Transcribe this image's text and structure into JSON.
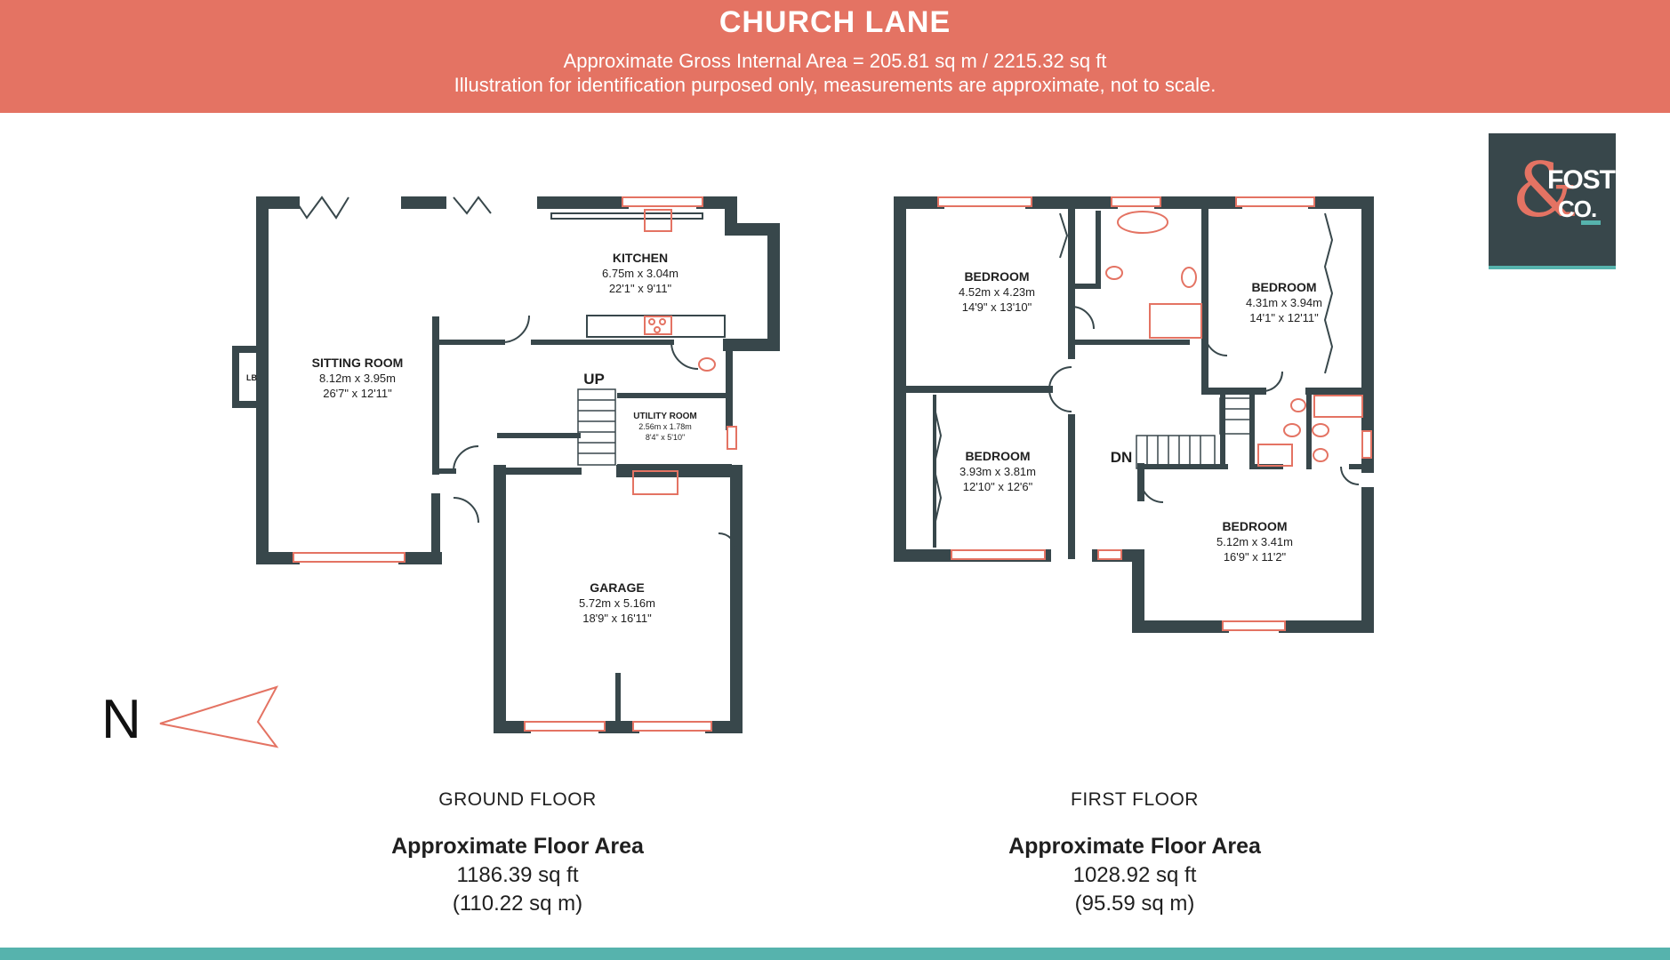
{
  "header": {
    "title": "CHURCH LANE",
    "gross_area": "Approximate Gross Internal Area = 205.81 sq m / 2215.32 sq ft",
    "disclaimer": "Illustration for identification purposed only, measurements are approximate, not to scale."
  },
  "logo": {
    "brand_line1": "FOSTER",
    "brand_line2": "CO.",
    "ampersand": "&"
  },
  "compass": {
    "label": "N"
  },
  "ground_floor": {
    "name": "GROUND FLOOR",
    "area_title": "Approximate Floor Area",
    "area_sqft": "1186.39 sq ft",
    "area_sqm": "(110.22 sq m)",
    "stairs_label": "UP",
    "fireplace_label": "LB",
    "rooms": {
      "sitting": {
        "name": "SITTING ROOM",
        "metric": "8.12m x 3.95m",
        "imperial": "26'7\" x 12'11\""
      },
      "kitchen": {
        "name": "KITCHEN",
        "metric": "6.75m x 3.04m",
        "imperial": "22'1\" x 9'11\""
      },
      "utility": {
        "name": "UTILITY ROOM",
        "metric": "2.56m x 1.78m",
        "imperial": "8'4\" x 5'10\""
      },
      "garage": {
        "name": "GARAGE",
        "metric": "5.72m x 5.16m",
        "imperial": "18'9\" x 16'11\""
      }
    }
  },
  "first_floor": {
    "name": "FIRST FLOOR",
    "area_title": "Approximate Floor Area",
    "area_sqft": "1028.92 sq ft",
    "area_sqm": "(95.59 sq m)",
    "stairs_label": "DN",
    "rooms": {
      "bed1": {
        "name": "BEDROOM",
        "metric": "4.52m x 4.23m",
        "imperial": "14'9\" x 13'10\""
      },
      "bed2": {
        "name": "BEDROOM",
        "metric": "4.31m x 3.94m",
        "imperial": "14'1\" x 12'11\""
      },
      "bed3": {
        "name": "BEDROOM",
        "metric": "3.93m x 3.81m",
        "imperial": "12'10\" x 12'6\""
      },
      "bed4": {
        "name": "BEDROOM",
        "metric": "5.12m x 3.41m",
        "imperial": "16'9\" x 11'2\""
      }
    }
  },
  "colors": {
    "header": "#e47363",
    "wall": "#38474b",
    "accent": "#56b3ad",
    "fixture": "#e47363"
  }
}
